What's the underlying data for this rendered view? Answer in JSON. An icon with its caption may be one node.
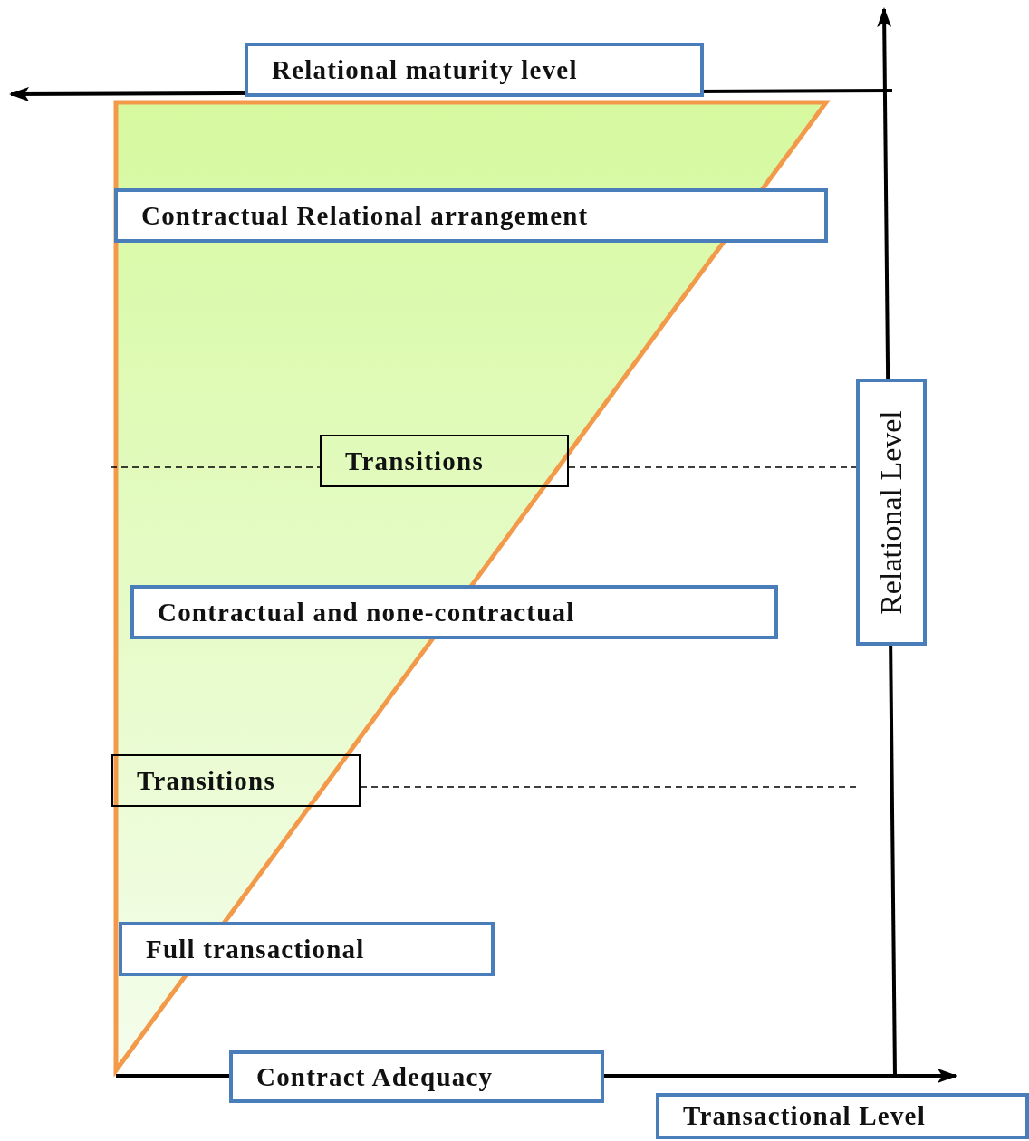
{
  "diagram": {
    "nodes": [
      {
        "text": [
          "Relational maturity level"
        ]
      },
      {
        "text": [
          "Contractual Relational arrangement"
        ]
      },
      {
        "text": [
          "Transitions"
        ]
      },
      {
        "text": [
          "Contractual and none-contractual"
        ]
      },
      {
        "text": [
          "Transitions"
        ]
      },
      {
        "text": [
          "Full transactional"
        ]
      },
      {
        "text": [
          "Contract Adequacy"
        ]
      },
      {
        "text": [
          "Relational Level"
        ]
      },
      {
        "text": [
          "Transactional Level"
        ]
      }
    ],
    "edges": []
  }
}
